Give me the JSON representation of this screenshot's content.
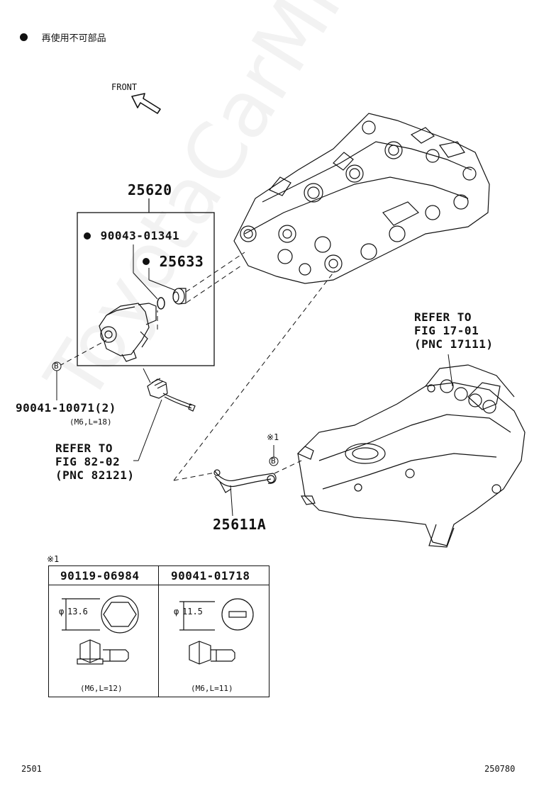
{
  "legend": {
    "bullet_text": "再使用不可部品"
  },
  "front_label": "FRONT",
  "parts": {
    "assembly": "25620",
    "gasket": "90043-01341",
    "ring": "25633",
    "bolt_b": "90041-10071(2)",
    "bolt_b_spec": "(M6,L=18)",
    "pipe": "25611A"
  },
  "markers": {
    "b_marker": "B",
    "note_mark": "※1"
  },
  "refs": {
    "ref1": {
      "line1": "REFER TO",
      "line2": "FIG 17-01",
      "line3": "(PNC 17111)"
    },
    "ref2": {
      "line1": "REFER TO",
      "line2": "FIG 82-02",
      "line3": "(PNC 82121)"
    }
  },
  "table": {
    "note": "※1",
    "col1": {
      "part": "90119-06984",
      "dia_symbol": "φ",
      "dia": "13.6",
      "spec": "(M6,L=12)"
    },
    "col2": {
      "part": "90041-01718",
      "dia_symbol": "φ",
      "dia": "11.5",
      "spec": "(M6,L=11)"
    }
  },
  "footer": {
    "left": "2501",
    "right": "250780"
  },
  "watermark": "ToyotaCarMine.ru"
}
